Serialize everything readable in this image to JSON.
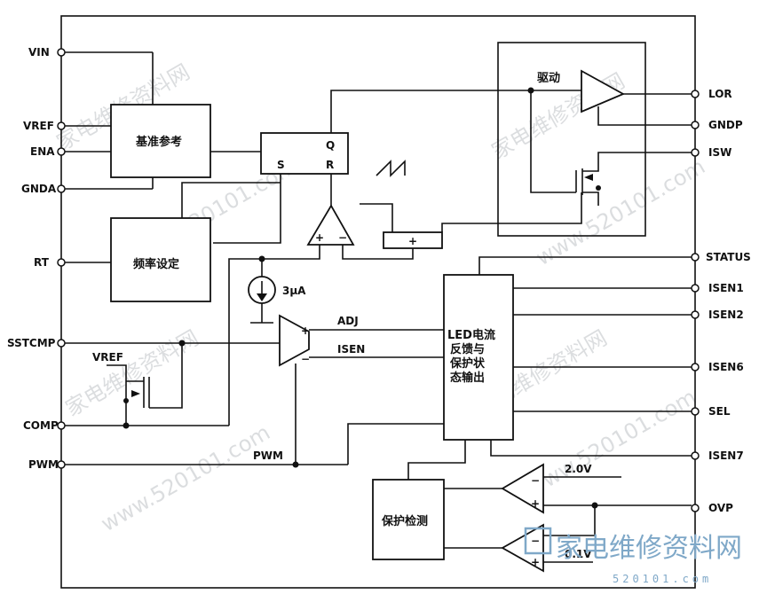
{
  "pins_left": {
    "vin": "VIN",
    "vref": "VREF",
    "ena": "ENA",
    "gnda": "GNDA",
    "rt": "RT",
    "sstcmp": "SSTCMP",
    "comp": "COMP",
    "pwm": "PWM"
  },
  "pins_right": {
    "lor": "LOR",
    "gndp": "GNDP",
    "isw": "ISW",
    "status": "STATUS",
    "isen1": "ISEN1",
    "isen2": "ISEN2",
    "isen6": "ISEN6",
    "sel": "SEL",
    "isen7": "ISEN7",
    "ovp": "OVP"
  },
  "blocks": {
    "ref": "基准参考",
    "freq": "频率设定",
    "driver": "驱动",
    "led_lines": [
      "LED电流",
      "反馈与",
      "保护状",
      "态输出"
    ],
    "protect": "保护检测"
  },
  "labels": {
    "q": "Q",
    "s": "S",
    "r": "R",
    "cur_src": "3μA",
    "adj": "ADJ",
    "isen": "ISEN",
    "pwm_net": "PWM",
    "vref_inner": "VREF",
    "v20": "2.0V",
    "v01": "0.1V",
    "plus": "+",
    "minus": "−"
  },
  "watermark": {
    "cn": "家电维修资料网",
    "url": "www.520101.com",
    "site": "520101.com"
  }
}
